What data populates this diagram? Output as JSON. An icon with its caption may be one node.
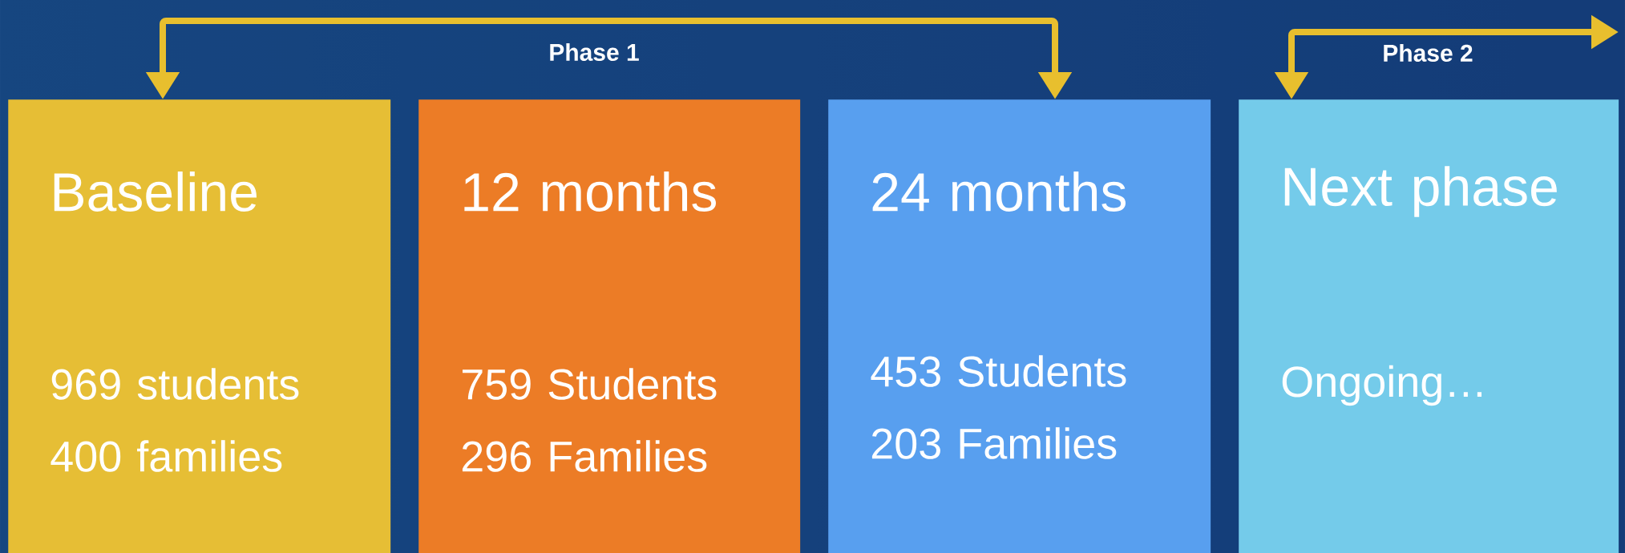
{
  "diagram": {
    "nodes": [
      {
        "text": [
          "Baseline",
          "969 students 400 families"
        ]
      },
      {
        "text": [
          "12 months",
          "759 Students 296 Families"
        ]
      },
      {
        "text": [
          "24 months",
          "453 Students 203 Families"
        ]
      },
      {
        "text": [
          "Next phase",
          "Ongoing…"
        ]
      }
    ],
    "edges": [
      {
        "from": 0,
        "to": 2,
        "arrow": "both",
        "label": "Phase 1"
      },
      {
        "from": 3,
        "to": null,
        "arrow": "both",
        "label": "Phase 2"
      }
    ]
  }
}
